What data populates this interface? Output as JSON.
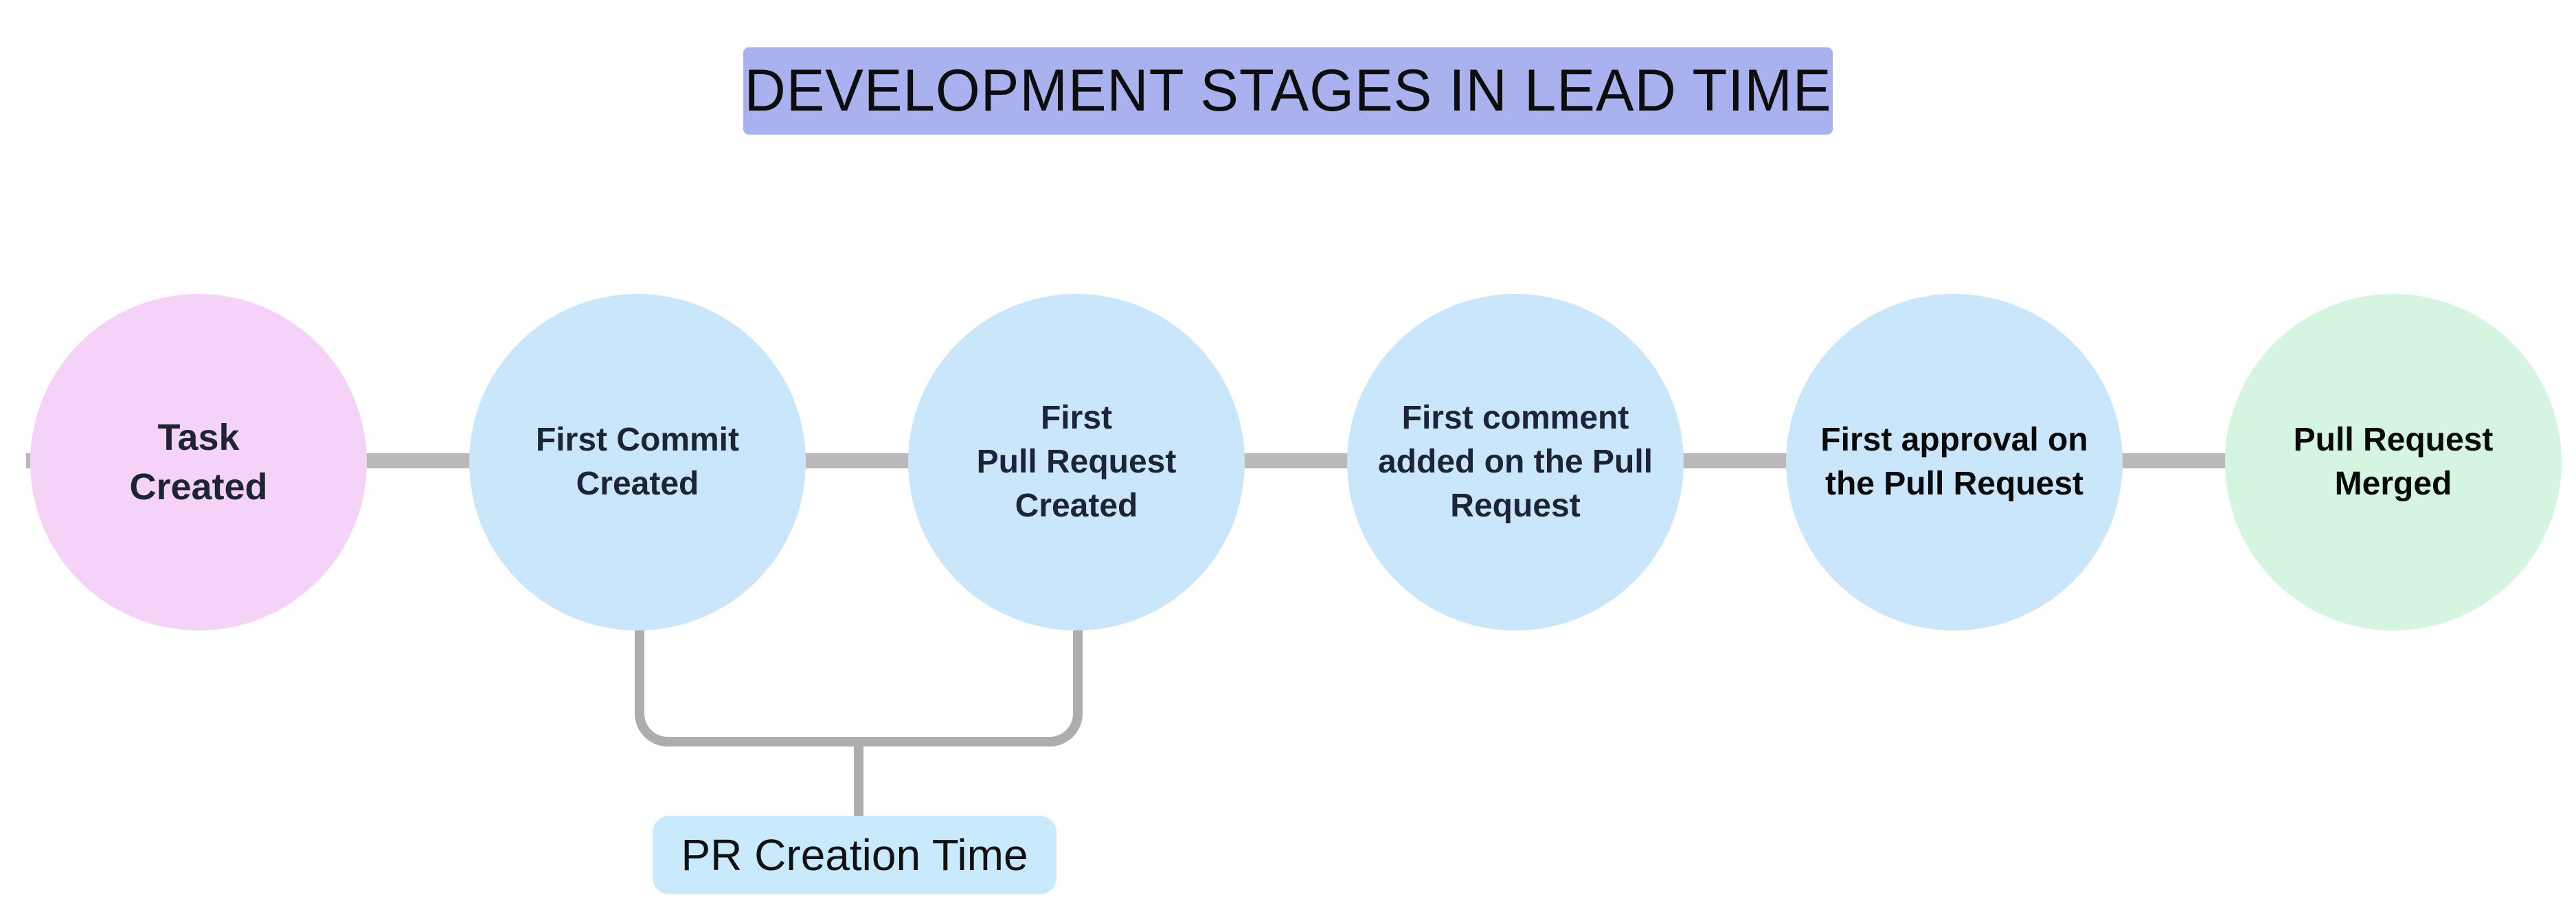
{
  "title": {
    "text": "DEVELOPMENT STAGES IN LEAD TIME",
    "bg_color": "#a9b2ef",
    "text_color": "#0d0d0d"
  },
  "stages": [
    {
      "id": "task-created",
      "label": "Task\nCreated",
      "fill": "#f5d3f9",
      "text_color": "#1d2433"
    },
    {
      "id": "first-commit-created",
      "label": "First Commit\nCreated",
      "fill": "#c9e6fb",
      "text_color": "#1d2433"
    },
    {
      "id": "first-pull-request-created",
      "label": "First\nPull Request\nCreated",
      "fill": "#c9e6fb",
      "text_color": "#1d2433"
    },
    {
      "id": "first-comment-added",
      "label": "First comment\nadded on the Pull\nRequest",
      "fill": "#c9e6fb",
      "text_color": "#1d2433"
    },
    {
      "id": "first-approval",
      "label": "First approval on\nthe Pull Request",
      "fill": "#c9e6fb",
      "text_color": "#0a0a0a"
    },
    {
      "id": "pull-request-merged",
      "label": "Pull Request\nMerged",
      "fill": "#d5f5e1",
      "text_color": "#0a0a0a"
    }
  ],
  "connector": {
    "color": "#bab8ba"
  },
  "bracket": {
    "label": "PR Creation Time",
    "label_bg_color": "#c9e9fc",
    "label_text_color": "#111111",
    "line_color": "#adadad",
    "connects": [
      "first-commit-created",
      "first-pull-request-created"
    ]
  }
}
